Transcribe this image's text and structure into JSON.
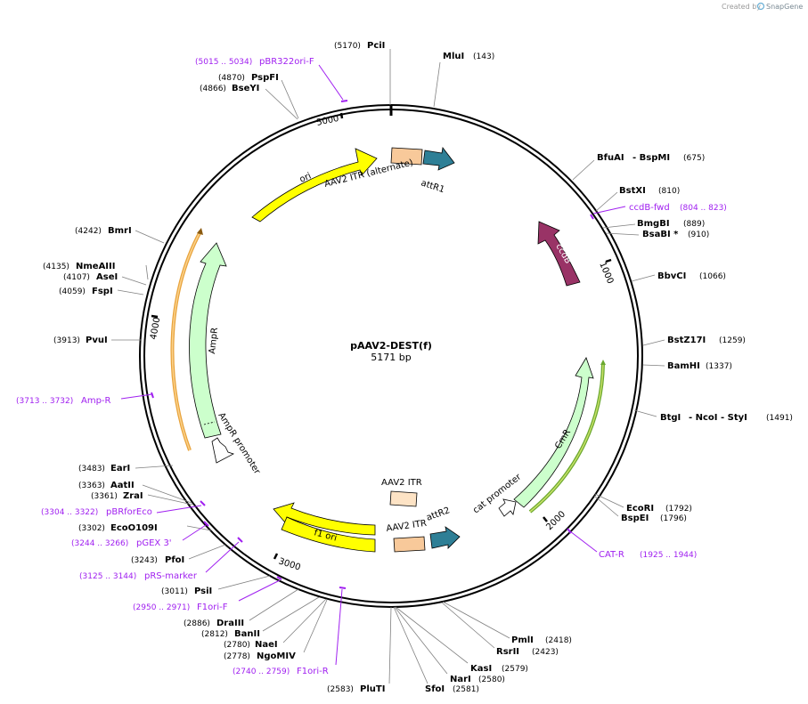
{
  "credit": {
    "prefix": "Created by",
    "brand": "SnapGene"
  },
  "plasmid": {
    "name": "pAAV2-DEST(f)",
    "size": "5171 bp",
    "length": 5171
  },
  "ticks": [
    {
      "pos": 1000,
      "label": "1000"
    },
    {
      "pos": 2000,
      "label": "2000"
    },
    {
      "pos": 3000,
      "label": "3000"
    },
    {
      "pos": 4000,
      "label": "4000"
    },
    {
      "pos": 5000,
      "label": "5000"
    }
  ],
  "sites": [
    {
      "name": "PciI",
      "pos": "(5170)",
      "side": "left"
    },
    {
      "name": "MluI",
      "pos": "(143)",
      "side": "right"
    },
    {
      "name": "PspFI",
      "pos": "(4870)",
      "side": "left"
    },
    {
      "name": "BseYI",
      "pos": "(4866)",
      "side": "left"
    },
    {
      "name": "BfuAI",
      "pos": "(675)",
      "side": "right",
      "extra": "- BspMI"
    },
    {
      "name": "BstXI",
      "pos": "(810)",
      "side": "right"
    },
    {
      "name": "BmgBI",
      "pos": "(889)",
      "side": "right"
    },
    {
      "name": "BsaBI *",
      "pos": "(910)",
      "side": "right"
    },
    {
      "name": "BbvCI",
      "pos": "(1066)",
      "side": "right"
    },
    {
      "name": "BstZ17I",
      "pos": "(1259)",
      "side": "right"
    },
    {
      "name": "BamHI",
      "pos": "(1337)",
      "side": "right"
    },
    {
      "name": "BtgI",
      "pos": "(1491)",
      "side": "right",
      "extra": "- NcoI - StyI"
    },
    {
      "name": "EcoRI",
      "pos": "(1792)",
      "side": "right"
    },
    {
      "name": "BspEI",
      "pos": "(1796)",
      "side": "right"
    },
    {
      "name": "PmlI",
      "pos": "(2418)",
      "side": "right"
    },
    {
      "name": "RsrII",
      "pos": "(2423)",
      "side": "right"
    },
    {
      "name": "KasI",
      "pos": "(2579)",
      "side": "right"
    },
    {
      "name": "NarI",
      "pos": "(2580)",
      "side": "right"
    },
    {
      "name": "SfoI",
      "pos": "(2581)",
      "side": "right"
    },
    {
      "name": "PluTI",
      "pos": "(2583)",
      "side": "left"
    },
    {
      "name": "NgoMIV",
      "pos": "(2778)",
      "side": "left"
    },
    {
      "name": "NaeI",
      "pos": "(2780)",
      "side": "left"
    },
    {
      "name": "BanII",
      "pos": "(2812)",
      "side": "left"
    },
    {
      "name": "DraIII",
      "pos": "(2886)",
      "side": "left"
    },
    {
      "name": "PsiI",
      "pos": "(3011)",
      "side": "left"
    },
    {
      "name": "PfoI",
      "pos": "(3243)",
      "side": "left"
    },
    {
      "name": "EcoO109I",
      "pos": "(3302)",
      "side": "left"
    },
    {
      "name": "ZraI",
      "pos": "(3361)",
      "side": "left"
    },
    {
      "name": "AatII",
      "pos": "(3363)",
      "side": "left"
    },
    {
      "name": "EarI",
      "pos": "(3483)",
      "side": "left"
    },
    {
      "name": "PvuI",
      "pos": "(3913)",
      "side": "left"
    },
    {
      "name": "FspI",
      "pos": "(4059)",
      "side": "left"
    },
    {
      "name": "AseI",
      "pos": "(4107)",
      "side": "left"
    },
    {
      "name": "NmeAIII",
      "pos": "(4135)",
      "side": "left"
    },
    {
      "name": "BmrI",
      "pos": "(4242)",
      "side": "left"
    }
  ],
  "primers": [
    {
      "range": "(5015 .. 5034)",
      "name": "pBR322ori-F",
      "side": "left"
    },
    {
      "range": "(804 .. 823)",
      "name": "ccdB-fwd",
      "side": "right"
    },
    {
      "range": "(1925 .. 1944)",
      "name": "CAT-R",
      "side": "right"
    },
    {
      "range": "(2740 .. 2759)",
      "name": "F1ori-R",
      "side": "left"
    },
    {
      "range": "(2950 .. 2971)",
      "name": "F1ori-F",
      "side": "left"
    },
    {
      "range": "(3125 .. 3144)",
      "name": "pRS-marker",
      "side": "left"
    },
    {
      "range": "(3244 .. 3266)",
      "name": "pGEX 3'",
      "side": "left"
    },
    {
      "range": "(3304 .. 3322)",
      "name": "pBRforEco",
      "side": "left"
    },
    {
      "range": "(3713 .. 3732)",
      "name": "Amp-R",
      "side": "left"
    }
  ],
  "features": [
    {
      "name": "ori",
      "color": "#ffff00"
    },
    {
      "name": "AAV2 ITR (alternate)",
      "color": "#f8c99a"
    },
    {
      "name": "attR1",
      "color": "#2e7f96"
    },
    {
      "name": "ccdB",
      "color": "#993366"
    },
    {
      "name": "CmR",
      "color": "#ccffcc"
    },
    {
      "name": "cat promoter",
      "color": "#ffffff"
    },
    {
      "name": "attR2",
      "color": "#2e7f96"
    },
    {
      "name": "AAV2 ITR",
      "color": "#f8c99a"
    },
    {
      "name": "AAV2 ITR",
      "color": "#fde3c5"
    },
    {
      "name": "f1 ori",
      "color": "#ffff00"
    },
    {
      "name": "AmpR promoter",
      "color": "#ffffff"
    },
    {
      "name": "AmpR",
      "color": "#ccffcc"
    }
  ],
  "colors": {
    "backbone": "#000000",
    "primer": "#a020f0",
    "orf_outline_amp": "#e8a33c",
    "orf_outline_cm": "#6aa82f"
  }
}
